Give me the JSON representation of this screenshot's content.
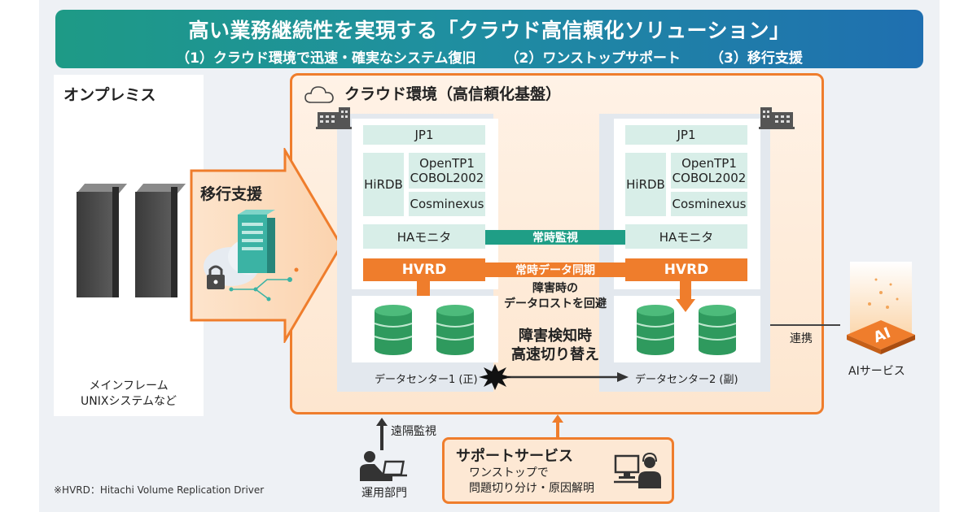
{
  "header": {
    "title": "高い業務継続性を実現する「クラウド高信頼化ソリューション」",
    "subs": [
      "（1）クラウド環境で迅速・確実なシステム復旧",
      "（2）ワンストップサポート",
      "（3）移行支援"
    ]
  },
  "onprem": {
    "label": "オンプレミス",
    "caption_line1": "メインフレーム",
    "caption_line2": "UNIXシステムなど"
  },
  "migration": {
    "label": "移行支援"
  },
  "cloud": {
    "label": "クラウド環境（高信頼化基盤）",
    "dc1": {
      "jp1": "JP1",
      "hirdb": "HiRDB",
      "opentp1": "OpenTP1",
      "cobol": "COBOL2002",
      "cosminexus": "Cosminexus",
      "ha": "HAモニタ",
      "hvrd": "HVRD",
      "name": "データセンター1 (正)"
    },
    "dc2": {
      "jp1": "JP1",
      "hirdb": "HiRDB",
      "opentp1": "OpenTP1",
      "cobol": "COBOL2002",
      "cosminexus": "Cosminexus",
      "ha": "HAモニタ",
      "hvrd": "HVRD",
      "name": "データセンター2 (副)"
    },
    "monitor": "常時監視",
    "sync": "常時データ同期",
    "loss_line1": "障害時の",
    "loss_line2": "データロストを回避",
    "switch_line1": "障害検知時",
    "switch_line2": "高速切り替え"
  },
  "ai": {
    "link": "連携",
    "label": "AIサービス",
    "logo": "AI"
  },
  "ops": {
    "remote": "遠隔監視",
    "label": "運用部門"
  },
  "support": {
    "title": "サポートサービス",
    "line1": "ワンストップで",
    "line2": "問題切り分け・原因解明"
  },
  "footnote": "※HVRD：Hitachi Volume Replication Driver",
  "colors": {
    "orange": "#ef7d2c",
    "teal": "#1f9e86",
    "db_green": "#2f9a5e"
  }
}
